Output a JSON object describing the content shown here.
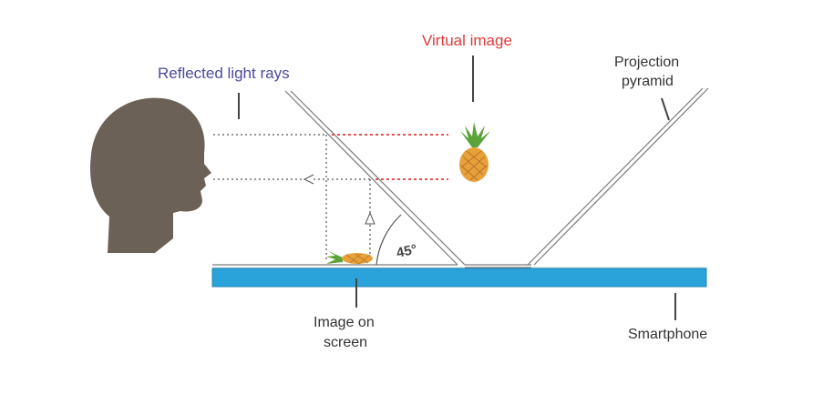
{
  "labels": {
    "reflected_rays": "Reflected light rays",
    "virtual_image": "Virtual image",
    "projection_line1": "Projection",
    "projection_line2": "pyramid",
    "image_on_line1": "Image on",
    "image_on_line2": "screen",
    "smartphone": "Smartphone",
    "angle": "45°"
  },
  "colors": {
    "reflected_rays_label": "#4a4a9e",
    "virtual_image_label": "#e03a3a",
    "text": "#333333",
    "head": "#6b6156",
    "screen": "#29a3d9",
    "screen_edge": "#1c86b6",
    "dotted_red": "#e03a3a",
    "dotted_gray": "#555555",
    "pineapple_body": "#e8a13a",
    "pineapple_leaves": "#5aa33a"
  },
  "icons": {
    "head": "head-silhouette-icon",
    "virtual_fruit": "pineapple-icon",
    "screen_fruit": "pineapple-lying-icon"
  }
}
